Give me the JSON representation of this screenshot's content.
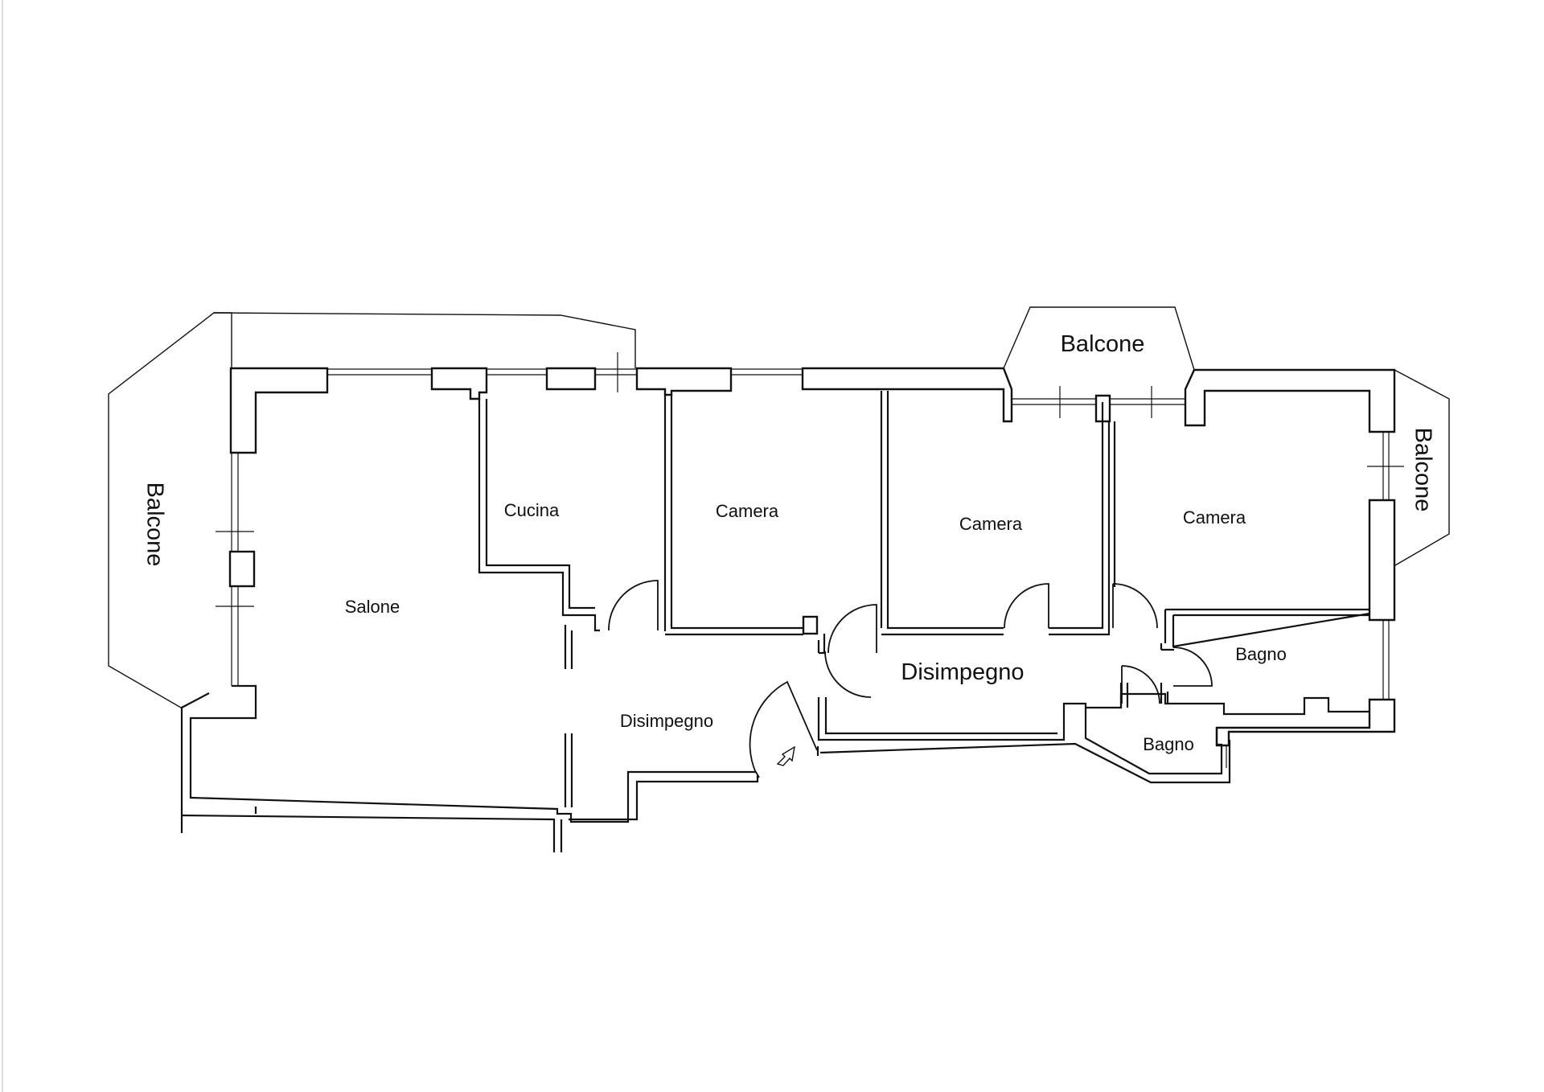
{
  "rooms": {
    "balcone_left": "Balcone",
    "balcone_top": "Balcone",
    "balcone_right": "Balcone",
    "salone": "Salone",
    "cucina": "Cucina",
    "camera_1": "Camera",
    "camera_2": "Camera",
    "camera_3": "Camera",
    "disimpegno_left": "Disimpegno",
    "disimpegno_center": "Disimpegno",
    "bagno_upper": "Bagno",
    "bagno_lower": "Bagno"
  },
  "colors": {
    "ink": "#111111",
    "paper": "#ffffff"
  },
  "icons": {
    "entrance": "entrance-arrow-icon"
  }
}
